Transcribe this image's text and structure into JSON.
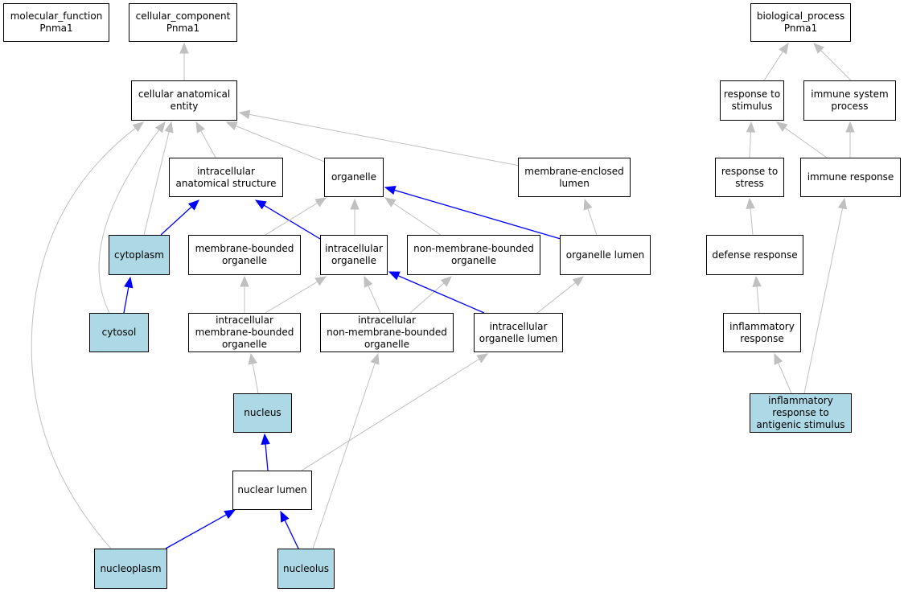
{
  "colors": {
    "background": "#ffffff",
    "annotated_fill": "#add8e6",
    "default_fill": "#ffffff",
    "border": "#000000",
    "edge_gray": "#c0c0c0",
    "edge_blue": "#0000ff"
  },
  "nodes": {
    "molecular_function": {
      "label": "molecular_function\nPnma1",
      "annotated": false
    },
    "cellular_component": {
      "label": "cellular_component\nPnma1",
      "annotated": false
    },
    "biological_process": {
      "label": "biological_process\nPnma1",
      "annotated": false
    },
    "cellular_anatomical_entity": {
      "label": "cellular anatomical\nentity",
      "annotated": false
    },
    "response_to_stimulus": {
      "label": "response to\nstimulus",
      "annotated": false
    },
    "immune_system_process": {
      "label": "immune system\nprocess",
      "annotated": false
    },
    "intracellular_anatomical_structure": {
      "label": "intracellular\nanatomical structure",
      "annotated": false
    },
    "organelle": {
      "label": "organelle",
      "annotated": false
    },
    "membrane_enclosed_lumen": {
      "label": "membrane-enclosed\nlumen",
      "annotated": false
    },
    "response_to_stress": {
      "label": "response to\nstress",
      "annotated": false
    },
    "immune_response": {
      "label": "immune response",
      "annotated": false
    },
    "cytoplasm": {
      "label": "cytoplasm",
      "annotated": true
    },
    "membrane_bounded_organelle": {
      "label": "membrane-bounded\norganelle",
      "annotated": false
    },
    "intracellular_organelle": {
      "label": "intracellular\norganelle",
      "annotated": false
    },
    "non_membrane_bounded_organelle": {
      "label": "non-membrane-bounded\norganelle",
      "annotated": false
    },
    "organelle_lumen": {
      "label": "organelle lumen",
      "annotated": false
    },
    "defense_response": {
      "label": "defense response",
      "annotated": false
    },
    "cytosol": {
      "label": "cytosol",
      "annotated": true
    },
    "intracellular_membrane_bounded_organelle": {
      "label": "intracellular\nmembrane-bounded\norganelle",
      "annotated": false
    },
    "intracellular_non_membrane_bounded_organelle": {
      "label": "intracellular\nnon-membrane-bounded\norganelle",
      "annotated": false
    },
    "intracellular_organelle_lumen": {
      "label": "intracellular\norganelle lumen",
      "annotated": false
    },
    "inflammatory_response": {
      "label": "inflammatory\nresponse",
      "annotated": false
    },
    "nucleus": {
      "label": "nucleus",
      "annotated": true
    },
    "inflammatory_response_to_antigenic_stimulus": {
      "label": "inflammatory\nresponse to\nantigenic stimulus",
      "annotated": true
    },
    "nuclear_lumen": {
      "label": "nuclear lumen",
      "annotated": false
    },
    "nucleoplasm": {
      "label": "nucleoplasm",
      "annotated": true
    },
    "nucleolus": {
      "label": "nucleolus",
      "annotated": true
    }
  },
  "edges": [
    {
      "from": "cellular_anatomical_entity",
      "to": "cellular_component",
      "color": "gray"
    },
    {
      "from": "intracellular_anatomical_structure",
      "to": "cellular_anatomical_entity",
      "color": "gray"
    },
    {
      "from": "organelle",
      "to": "cellular_anatomical_entity",
      "color": "gray"
    },
    {
      "from": "membrane_enclosed_lumen",
      "to": "cellular_anatomical_entity",
      "color": "gray"
    },
    {
      "from": "cytoplasm",
      "to": "cellular_anatomical_entity",
      "color": "gray"
    },
    {
      "from": "cytosol",
      "to": "cellular_anatomical_entity",
      "color": "gray"
    },
    {
      "from": "nucleoplasm",
      "to": "cellular_anatomical_entity",
      "color": "gray"
    },
    {
      "from": "cytoplasm",
      "to": "intracellular_anatomical_structure",
      "color": "blue"
    },
    {
      "from": "cytosol",
      "to": "cytoplasm",
      "color": "blue"
    },
    {
      "from": "intracellular_organelle",
      "to": "intracellular_anatomical_structure",
      "color": "blue"
    },
    {
      "from": "membrane_bounded_organelle",
      "to": "organelle",
      "color": "gray"
    },
    {
      "from": "intracellular_organelle",
      "to": "organelle",
      "color": "gray"
    },
    {
      "from": "non_membrane_bounded_organelle",
      "to": "organelle",
      "color": "gray"
    },
    {
      "from": "organelle_lumen",
      "to": "organelle",
      "color": "blue"
    },
    {
      "from": "organelle_lumen",
      "to": "membrane_enclosed_lumen",
      "color": "gray"
    },
    {
      "from": "intracellular_membrane_bounded_organelle",
      "to": "membrane_bounded_organelle",
      "color": "gray"
    },
    {
      "from": "intracellular_membrane_bounded_organelle",
      "to": "intracellular_organelle",
      "color": "gray"
    },
    {
      "from": "intracellular_non_membrane_bounded_organelle",
      "to": "intracellular_organelle",
      "color": "gray"
    },
    {
      "from": "intracellular_non_membrane_bounded_organelle",
      "to": "non_membrane_bounded_organelle",
      "color": "gray"
    },
    {
      "from": "intracellular_organelle_lumen",
      "to": "intracellular_organelle",
      "color": "blue"
    },
    {
      "from": "intracellular_organelle_lumen",
      "to": "organelle_lumen",
      "color": "gray"
    },
    {
      "from": "nucleus",
      "to": "intracellular_membrane_bounded_organelle",
      "color": "gray"
    },
    {
      "from": "nuclear_lumen",
      "to": "nucleus",
      "color": "blue"
    },
    {
      "from": "nuclear_lumen",
      "to": "intracellular_organelle_lumen",
      "color": "gray"
    },
    {
      "from": "nucleoplasm",
      "to": "nuclear_lumen",
      "color": "blue"
    },
    {
      "from": "nucleolus",
      "to": "nuclear_lumen",
      "color": "blue"
    },
    {
      "from": "nucleolus",
      "to": "intracellular_non_membrane_bounded_organelle",
      "color": "gray"
    },
    {
      "from": "response_to_stimulus",
      "to": "biological_process",
      "color": "gray"
    },
    {
      "from": "immune_system_process",
      "to": "biological_process",
      "color": "gray"
    },
    {
      "from": "response_to_stress",
      "to": "response_to_stimulus",
      "color": "gray"
    },
    {
      "from": "immune_response",
      "to": "response_to_stimulus",
      "color": "gray"
    },
    {
      "from": "immune_response",
      "to": "immune_system_process",
      "color": "gray"
    },
    {
      "from": "defense_response",
      "to": "response_to_stress",
      "color": "gray"
    },
    {
      "from": "inflammatory_response",
      "to": "defense_response",
      "color": "gray"
    },
    {
      "from": "inflammatory_response_to_antigenic_stimulus",
      "to": "inflammatory_response",
      "color": "gray"
    },
    {
      "from": "inflammatory_response_to_antigenic_stimulus",
      "to": "immune_response",
      "color": "gray"
    }
  ]
}
